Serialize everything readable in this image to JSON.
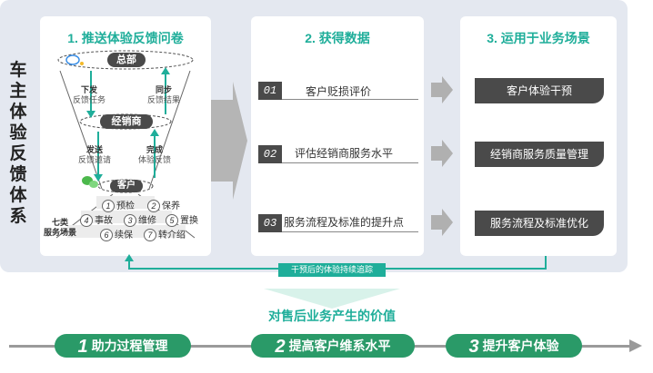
{
  "vertical_title": [
    "车",
    "主",
    "体",
    "验",
    "反",
    "馈",
    "体",
    "系"
  ],
  "col1": {
    "title": "1. 推送体验反馈问卷",
    "hq": "总部",
    "dealer": "经销商",
    "customer": "客户",
    "down_label": "下发",
    "down_sub": "反馈任务",
    "sync_label": "同步",
    "sync_sub": "反馈结果",
    "send_label": "发送",
    "send_sub": "反馈邀请",
    "done_label": "完成",
    "done_sub": "体验反馈",
    "scene_label_1": "七类",
    "scene_label_2": "服务场景",
    "services": [
      {
        "n": "1",
        "t": "预检"
      },
      {
        "n": "2",
        "t": "保养"
      },
      {
        "n": "4",
        "t": "事故"
      },
      {
        "n": "3",
        "t": "维修"
      },
      {
        "n": "5",
        "t": "置换"
      },
      {
        "n": "6",
        "t": "续保"
      },
      {
        "n": "7",
        "t": "转介绍"
      }
    ]
  },
  "col2": {
    "title": "2. 获得数据",
    "rows": [
      {
        "num": "01",
        "text": "客户贬损评价"
      },
      {
        "num": "02",
        "text": "评估经销商服务水平"
      },
      {
        "num": "03",
        "text": "服务流程及标准的提升点"
      }
    ]
  },
  "col3": {
    "title": "3. 运用于业务场景",
    "banners": [
      "客户体验干预",
      "经销商服务质量管理",
      "服务流程及标准优化"
    ]
  },
  "feedback_loop": "干预后的体验持续追踪",
  "value_title": "对售后业务产生的价值",
  "values": [
    {
      "n": "1",
      "t": "助力过程管理"
    },
    {
      "n": "2",
      "t": "提高客户维系水平"
    },
    {
      "n": "3",
      "t": "提升客户体验"
    }
  ],
  "colors": {
    "accent": "#1fae9a",
    "dark": "#4a4a4a",
    "green": "#2a9a68",
    "panel": "#e4e8f0"
  }
}
